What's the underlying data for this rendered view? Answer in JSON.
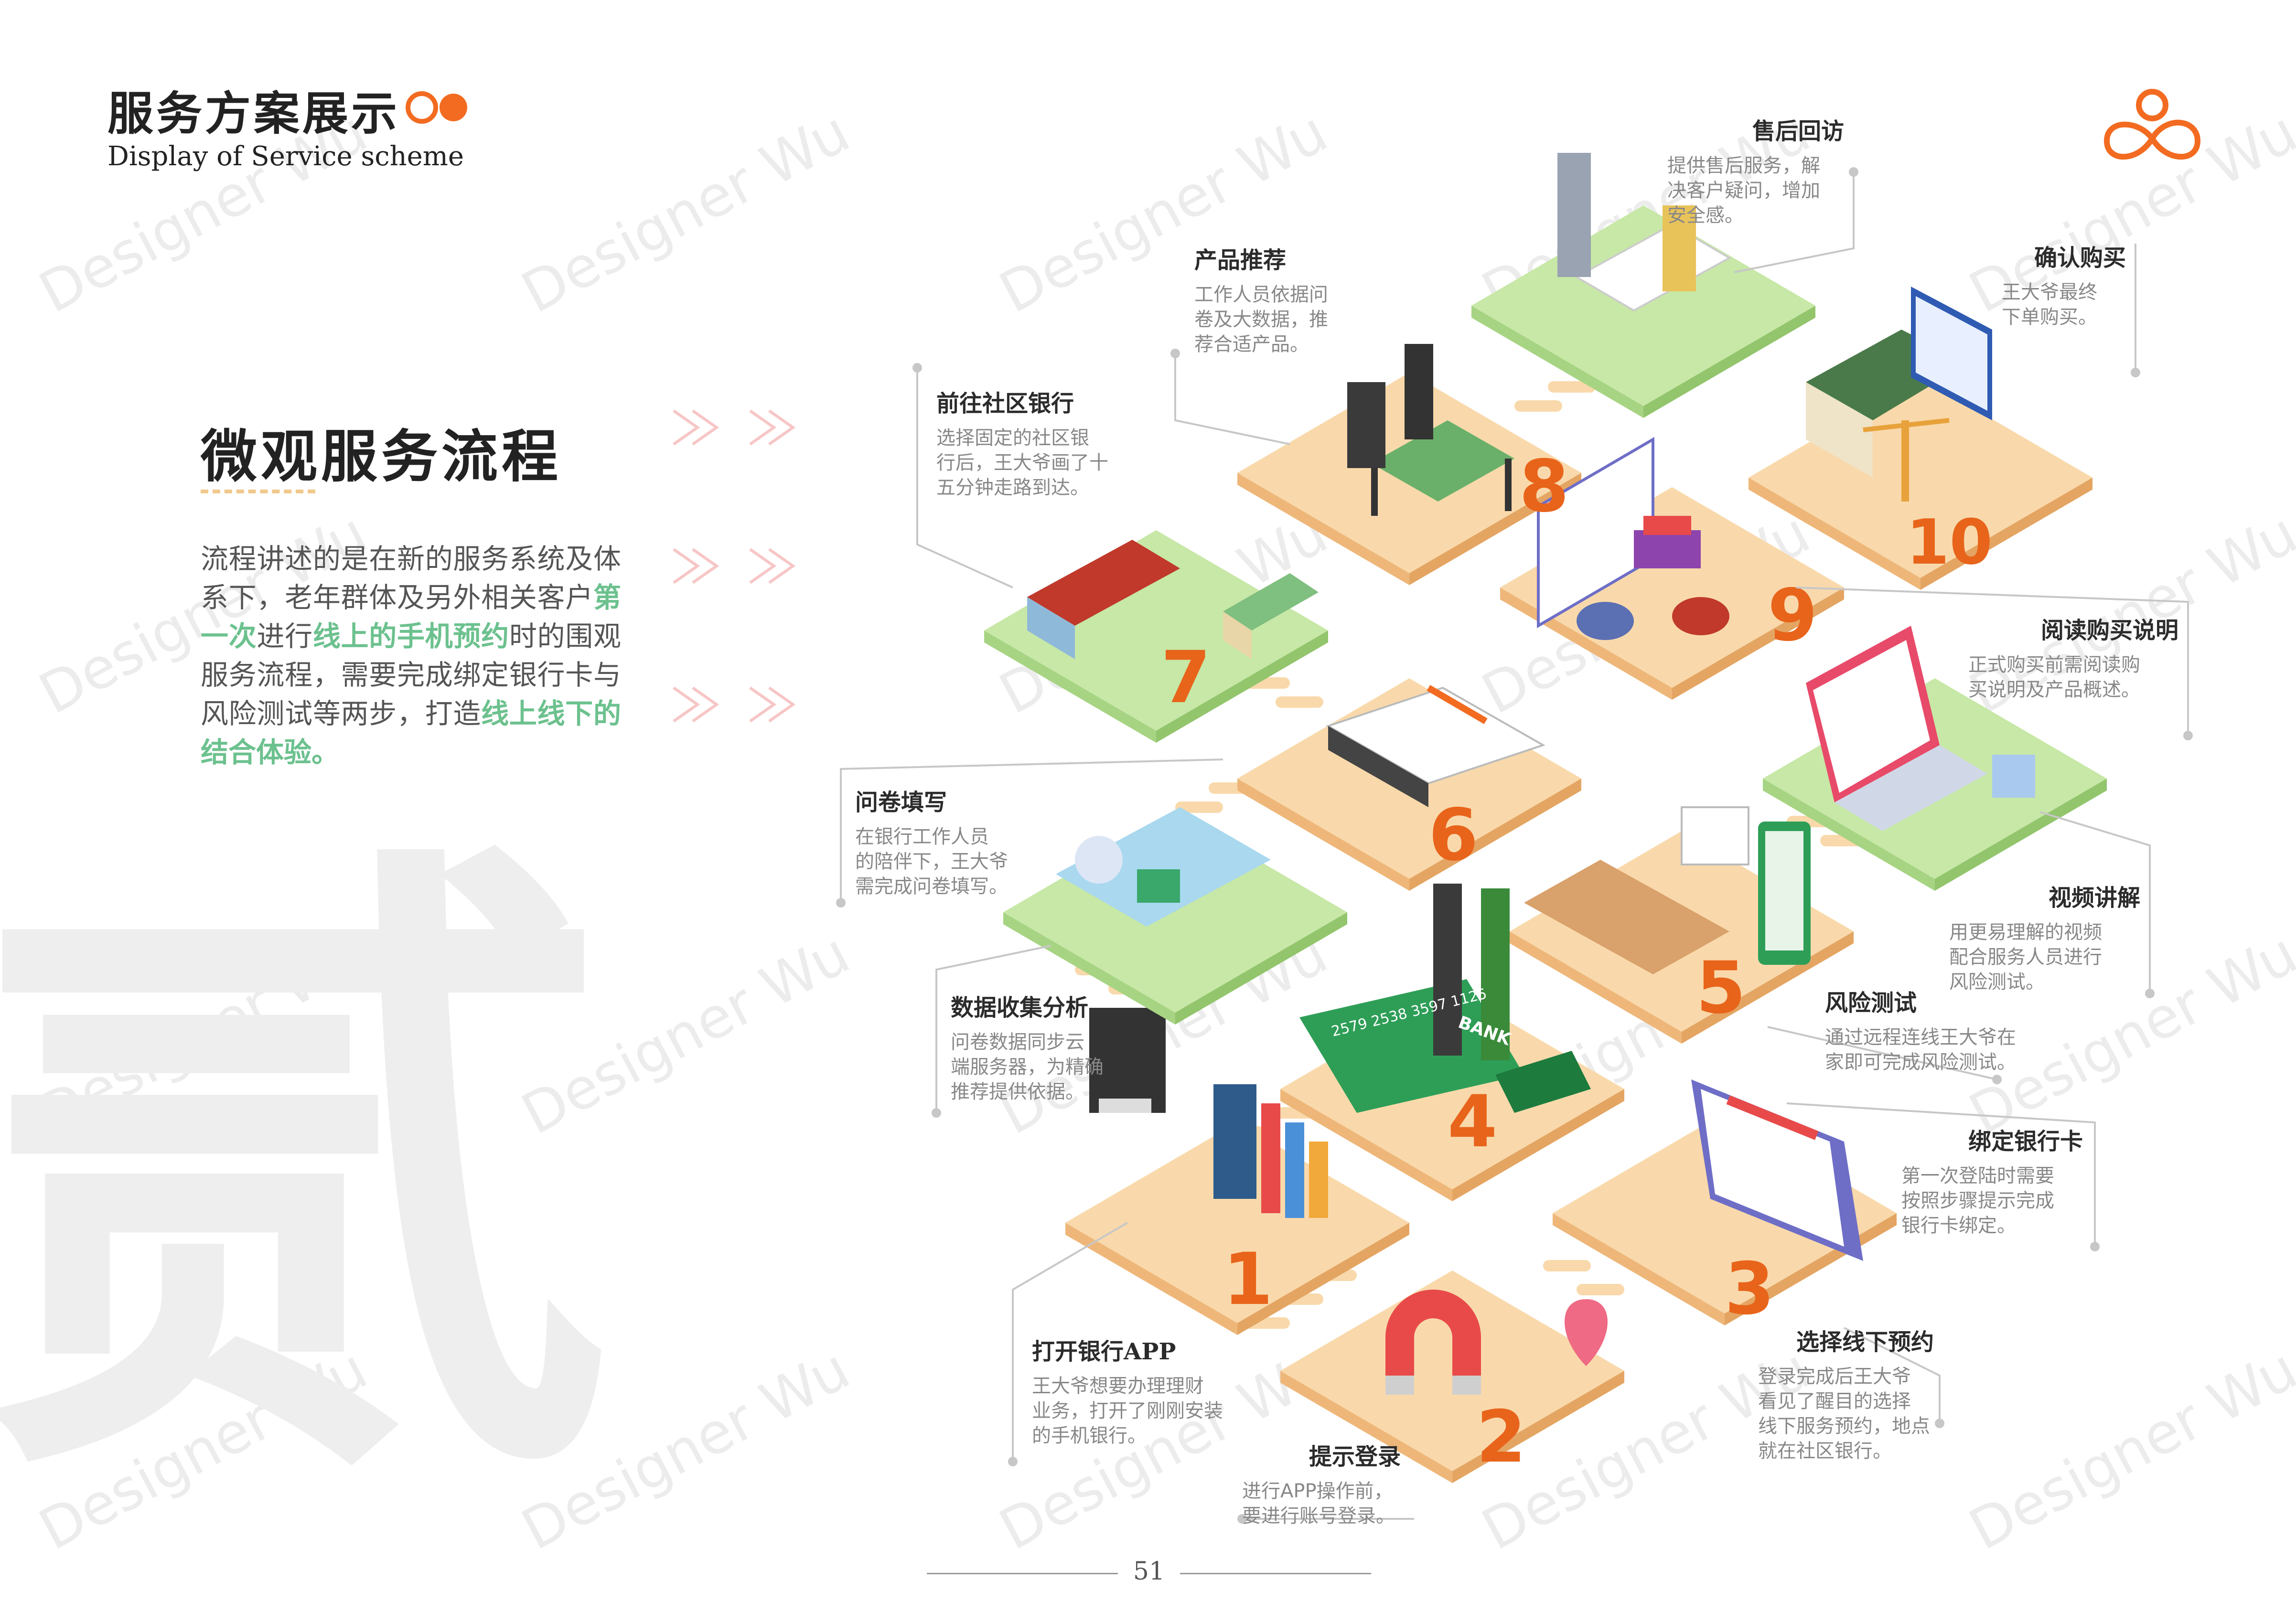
{
  "header": {
    "title_cn": "服务方案展示",
    "title_en": "Display of Service scheme"
  },
  "section": {
    "title": "微观服务流程",
    "paragraph": [
      {
        "t": "流程讲述的是在新的服务系统及体系下，老年群体及另外相关客户",
        "hl": false
      },
      {
        "t": "第一次",
        "hl": true
      },
      {
        "t": "进行",
        "hl": false
      },
      {
        "t": "线上的手机预约",
        "hl": true
      },
      {
        "t": "时的围观服务流程，需要完成绑定银行卡与风险测试等两步，打造",
        "hl": false
      },
      {
        "t": "线上线下的结合体验。",
        "hl": true
      }
    ]
  },
  "background_char": "贰",
  "watermark": "Designer Wu",
  "steps": {
    "s1": {
      "title": "打开银行APP",
      "desc": "王大爷想要办理理财\n业务，打开了刚刚安装\n的手机银行。"
    },
    "s2": {
      "title": "提示登录",
      "desc": "进行APP操作前，\n要进行账号登录。"
    },
    "s3": {
      "title": "选择线下预约",
      "desc": "登录完成后王大爷\n看见了醒目的选择\n线下服务预约，地点\n就在社区银行。"
    },
    "s4": {
      "title": "绑定银行卡",
      "desc": "第一次登陆时需要\n按照步骤提示完成\n银行卡绑定。"
    },
    "s5": {
      "title": "风险测试",
      "desc": "通过远程连线王大爷在\n家即可完成风险测试。"
    },
    "s6": {
      "title": "视频讲解",
      "desc": "用更易理解的视频\n配合服务人员进行\n风险测试。"
    },
    "s7": {
      "title": "阅读购买说明",
      "desc": "正式购买前需阅读购\n买说明及产品概述。"
    },
    "s8": {
      "title": "确认购买",
      "desc": "王大爷最终\n下单购买。"
    },
    "s9": {
      "title": "售后回访",
      "desc": "提供售后服务，解\n决客户疑问，增加\n安全感。"
    },
    "s10": {
      "title": "产品推荐",
      "desc": "工作人员依据问\n卷及大数据，推\n荐合适产品。"
    },
    "s11": {
      "title": "前往社区银行",
      "desc": "选择固定的社区银\n行后，王大爷画了十\n五分钟走路到达。"
    },
    "s12": {
      "title": "问卷填写",
      "desc": "在银行工作人员\n的陪伴下，王大爷\n需完成问卷填写。"
    },
    "s13": {
      "title": "数据收集分析",
      "desc": "问卷数据同步云\n端服务器，为精确\n推荐提供依据。"
    }
  },
  "tile_numbers": [
    "1",
    "2",
    "3",
    "4",
    "5",
    "6",
    "7",
    "8",
    "9",
    "10"
  ],
  "card_text": {
    "bank": "BANK",
    "number": "2579 2538 3597 1125"
  },
  "page_number": "51",
  "colors": {
    "accent": "#f26b21",
    "highlight": "#6cc18e",
    "tile": "#f9d9ab",
    "tile_green": "#c7e8a6",
    "number": "#e8641b"
  }
}
